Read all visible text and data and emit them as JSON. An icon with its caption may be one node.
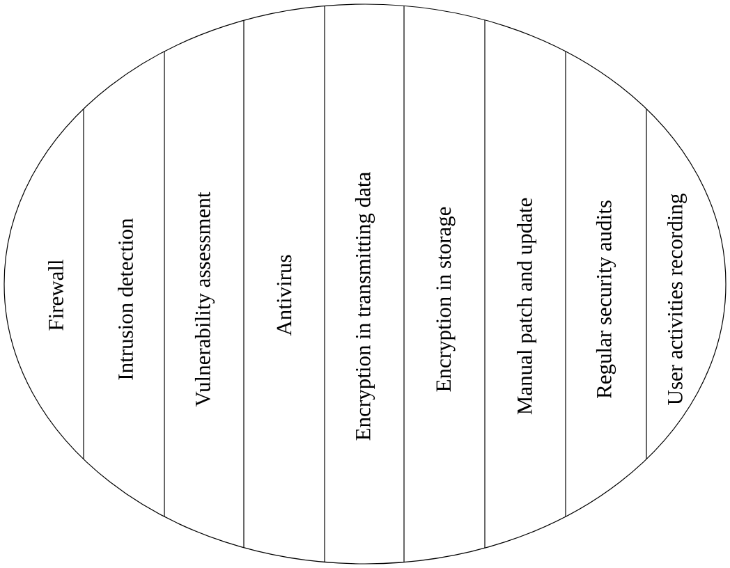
{
  "diagram": {
    "nodes": [
      {
        "text": [],
        "shape": "ellipse"
      },
      {
        "text": [
          "Firewall"
        ],
        "in": 0
      },
      {
        "text": [
          "Intrusion detection"
        ],
        "in": 0
      },
      {
        "text": [
          "Vulnerability assessment"
        ],
        "in": 0
      },
      {
        "text": [
          "Antivirus"
        ],
        "in": 0
      },
      {
        "text": [
          "Encryption in transmitting data"
        ],
        "in": 0
      },
      {
        "text": [
          "Encryption in storage"
        ],
        "in": 0
      },
      {
        "text": [
          "Manual patch and update"
        ],
        "in": 0
      },
      {
        "text": [
          "Regular security audits"
        ],
        "in": 0
      },
      {
        "text": [
          "User activities recording"
        ],
        "in": 0
      }
    ]
  }
}
